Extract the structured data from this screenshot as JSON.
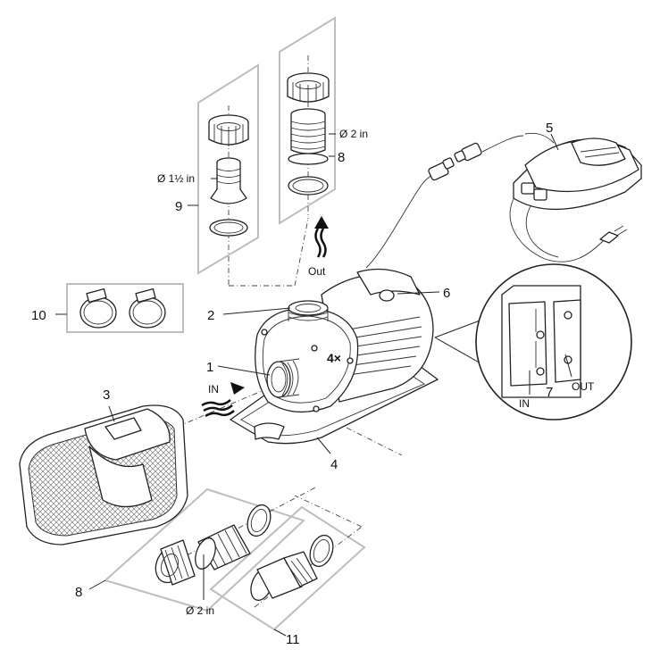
{
  "callouts": {
    "c1": "1",
    "c2": "2",
    "c3": "3",
    "c4": "4",
    "c5": "5",
    "c6": "6",
    "c7": "7",
    "c8_top": "8",
    "c8_bottom": "8",
    "c9": "9",
    "c10": "10",
    "c11": "11"
  },
  "labels": {
    "dia_2in_top": "Ø 2 in",
    "dia_1_5in": "Ø 1½ in",
    "dia_2in_bottom": "Ø 2 in",
    "out": "Out",
    "in": "IN",
    "mult": "4×",
    "detail_in": "IN",
    "detail_out": "OUT"
  }
}
